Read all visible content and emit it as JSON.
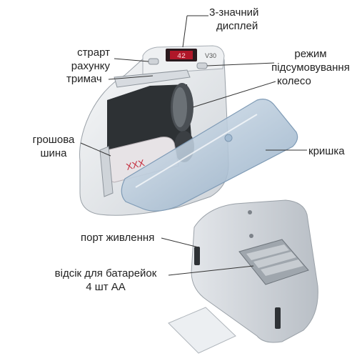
{
  "image": {
    "subject": "portable banknote counter with labeled parts",
    "colors": {
      "body": "#e9ecef",
      "lid": "#a9c2d8",
      "display": "#c8182c",
      "text": "#222222"
    }
  },
  "labels": {
    "display": {
      "line1": "3-значний",
      "line2": "дисплей"
    },
    "start": {
      "line1": "страрт",
      "line2": "рахунку"
    },
    "mode": {
      "line1": "режим",
      "line2": "підсумовування"
    },
    "holder": "тримач",
    "wheel": "колесо",
    "money_bus": {
      "line1": "грошова",
      "line2": "шина"
    },
    "lid": "кришка",
    "power_port": "порт живлення",
    "battery": {
      "line1": "відсік для батарейок",
      "line2": "4 шт АА"
    }
  },
  "device": {
    "display_value": "42",
    "model": "V30",
    "banknote_marks": "XXX"
  }
}
